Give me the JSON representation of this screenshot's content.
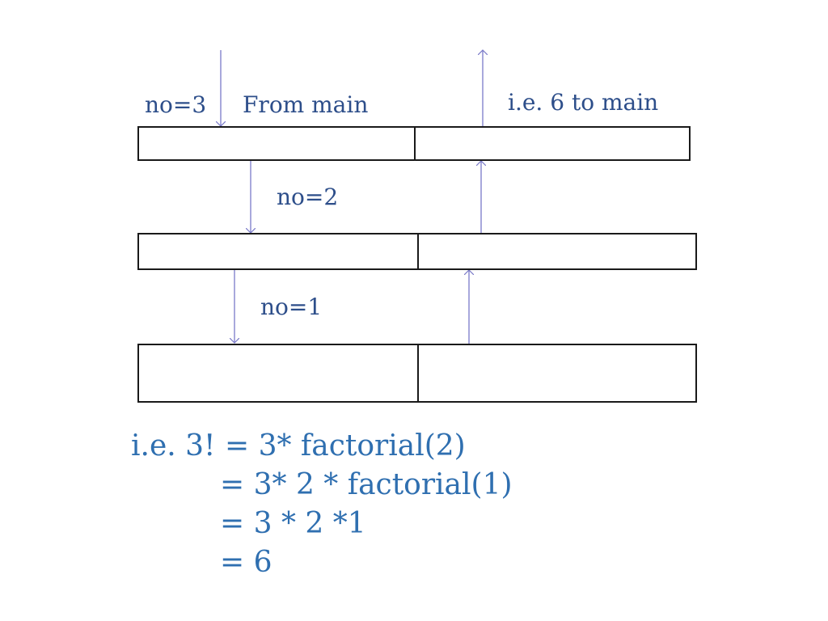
{
  "diagram": {
    "labels": {
      "no3": "no=3",
      "from_main": "From main",
      "return_main": "i.e. 6 to main",
      "no2": "no=2",
      "no1": "no=1"
    },
    "equation": {
      "line1": "i.e. 3! = 3* factorial(2)",
      "line2": "= 3* 2 * factorial(1)",
      "line3": "= 3 * 2 *1",
      "line4": "= 6"
    },
    "colors": {
      "text": "#2f6fb0",
      "labels": "#2d4e8a",
      "arrow": "#7a7ac8",
      "box_border": "#1a1a1a"
    }
  }
}
